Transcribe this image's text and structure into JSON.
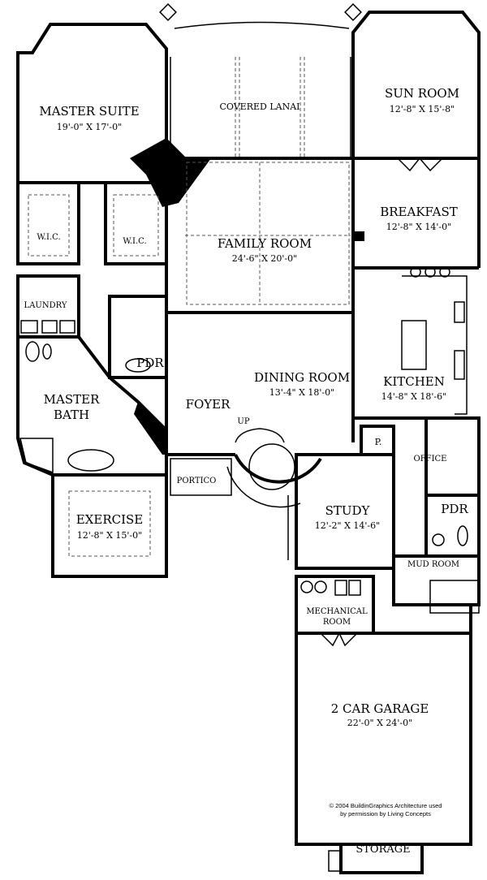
{
  "rooms": {
    "master_suite": {
      "name": "MASTER SUITE",
      "size": "19'-0\" X 17'-0\""
    },
    "covered_lanai": {
      "name": "COVERED LANAI"
    },
    "sun_room": {
      "name": "SUN ROOM",
      "size": "12'-8\" X 15'-8\""
    },
    "breakfast": {
      "name": "BREAKFAST",
      "size": "12'-8\" X 14'-0\""
    },
    "family_room": {
      "name": "FAMILY ROOM",
      "size": "24'-6\" X 20'-0\""
    },
    "wic_left": {
      "name": "W.I.C."
    },
    "wic_right": {
      "name": "W.I.C."
    },
    "laundry": {
      "name": "LAUNDRY"
    },
    "pdr_left": {
      "name": "PDR"
    },
    "dining_room": {
      "name": "DINING ROOM",
      "size": "13'-4\" X 18'-0\""
    },
    "kitchen": {
      "name": "KITCHEN",
      "size": "14'-8\" X 18'-6\""
    },
    "master_bath": {
      "name": "MASTER",
      "name2": "BATH"
    },
    "foyer": {
      "name": "FOYER"
    },
    "stairs": {
      "name": "UP"
    },
    "pantry": {
      "name": "P."
    },
    "office": {
      "name": "OFFICE"
    },
    "portico": {
      "name": "PORTICO"
    },
    "study": {
      "name": "STUDY",
      "size": "12'-2\" X 14'-6\""
    },
    "pdr_right": {
      "name": "PDR"
    },
    "exercise": {
      "name": "EXERCISE",
      "size": "12'-8\" X 15'-0\""
    },
    "mud_room": {
      "name": "MUD ROOM"
    },
    "mechanical_room": {
      "name": "MECHANICAL",
      "name2": "ROOM"
    },
    "garage": {
      "name": "2 CAR GARAGE",
      "size": "22'-0\" X 24'-0\""
    },
    "storage": {
      "name": "STORAGE"
    }
  },
  "copyright": {
    "line1": "© 2004 BuildinGraphics Architecture used",
    "line2": "by permission by Living Concepts"
  }
}
